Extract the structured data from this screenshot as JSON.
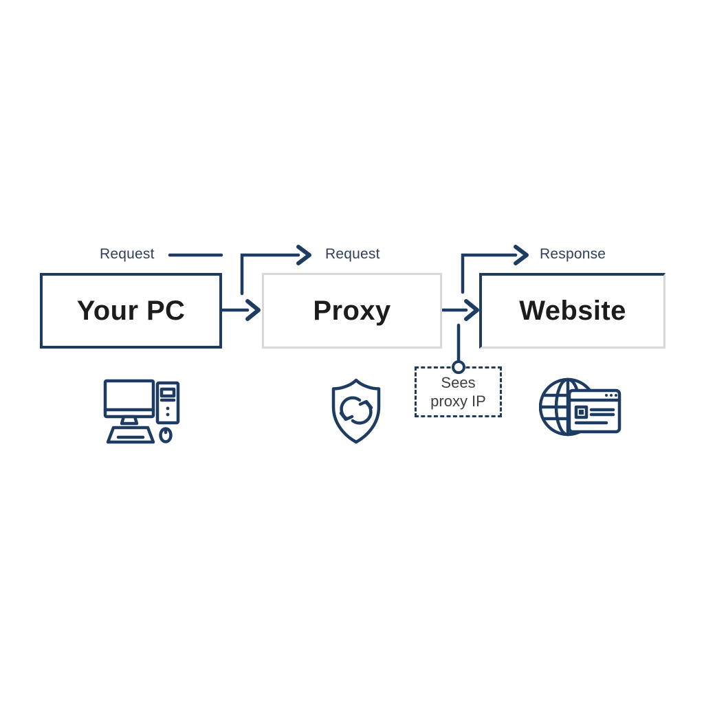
{
  "colors": {
    "background": "#ffffff",
    "navy": "#1e3c62",
    "light_border": "#d8d8d8",
    "box_text": "#1c1c1c",
    "label_text": "#2f4058",
    "annotation_text": "#3f3f41"
  },
  "flow_labels": [
    {
      "text": "Request",
      "position": "above-your-pc"
    },
    {
      "text": "Request",
      "position": "above-proxy"
    },
    {
      "text": "Response",
      "position": "above-website"
    }
  ],
  "nodes": [
    {
      "id": "your-pc",
      "label": "Your PC",
      "icon": "desktop-computer-icon"
    },
    {
      "id": "proxy",
      "label": "Proxy",
      "icon": "shield-sync-icon"
    },
    {
      "id": "website",
      "label": "Website",
      "icon": "globe-browser-icon"
    }
  ],
  "annotation": {
    "line1": "Sees",
    "line2": "proxy IP"
  }
}
